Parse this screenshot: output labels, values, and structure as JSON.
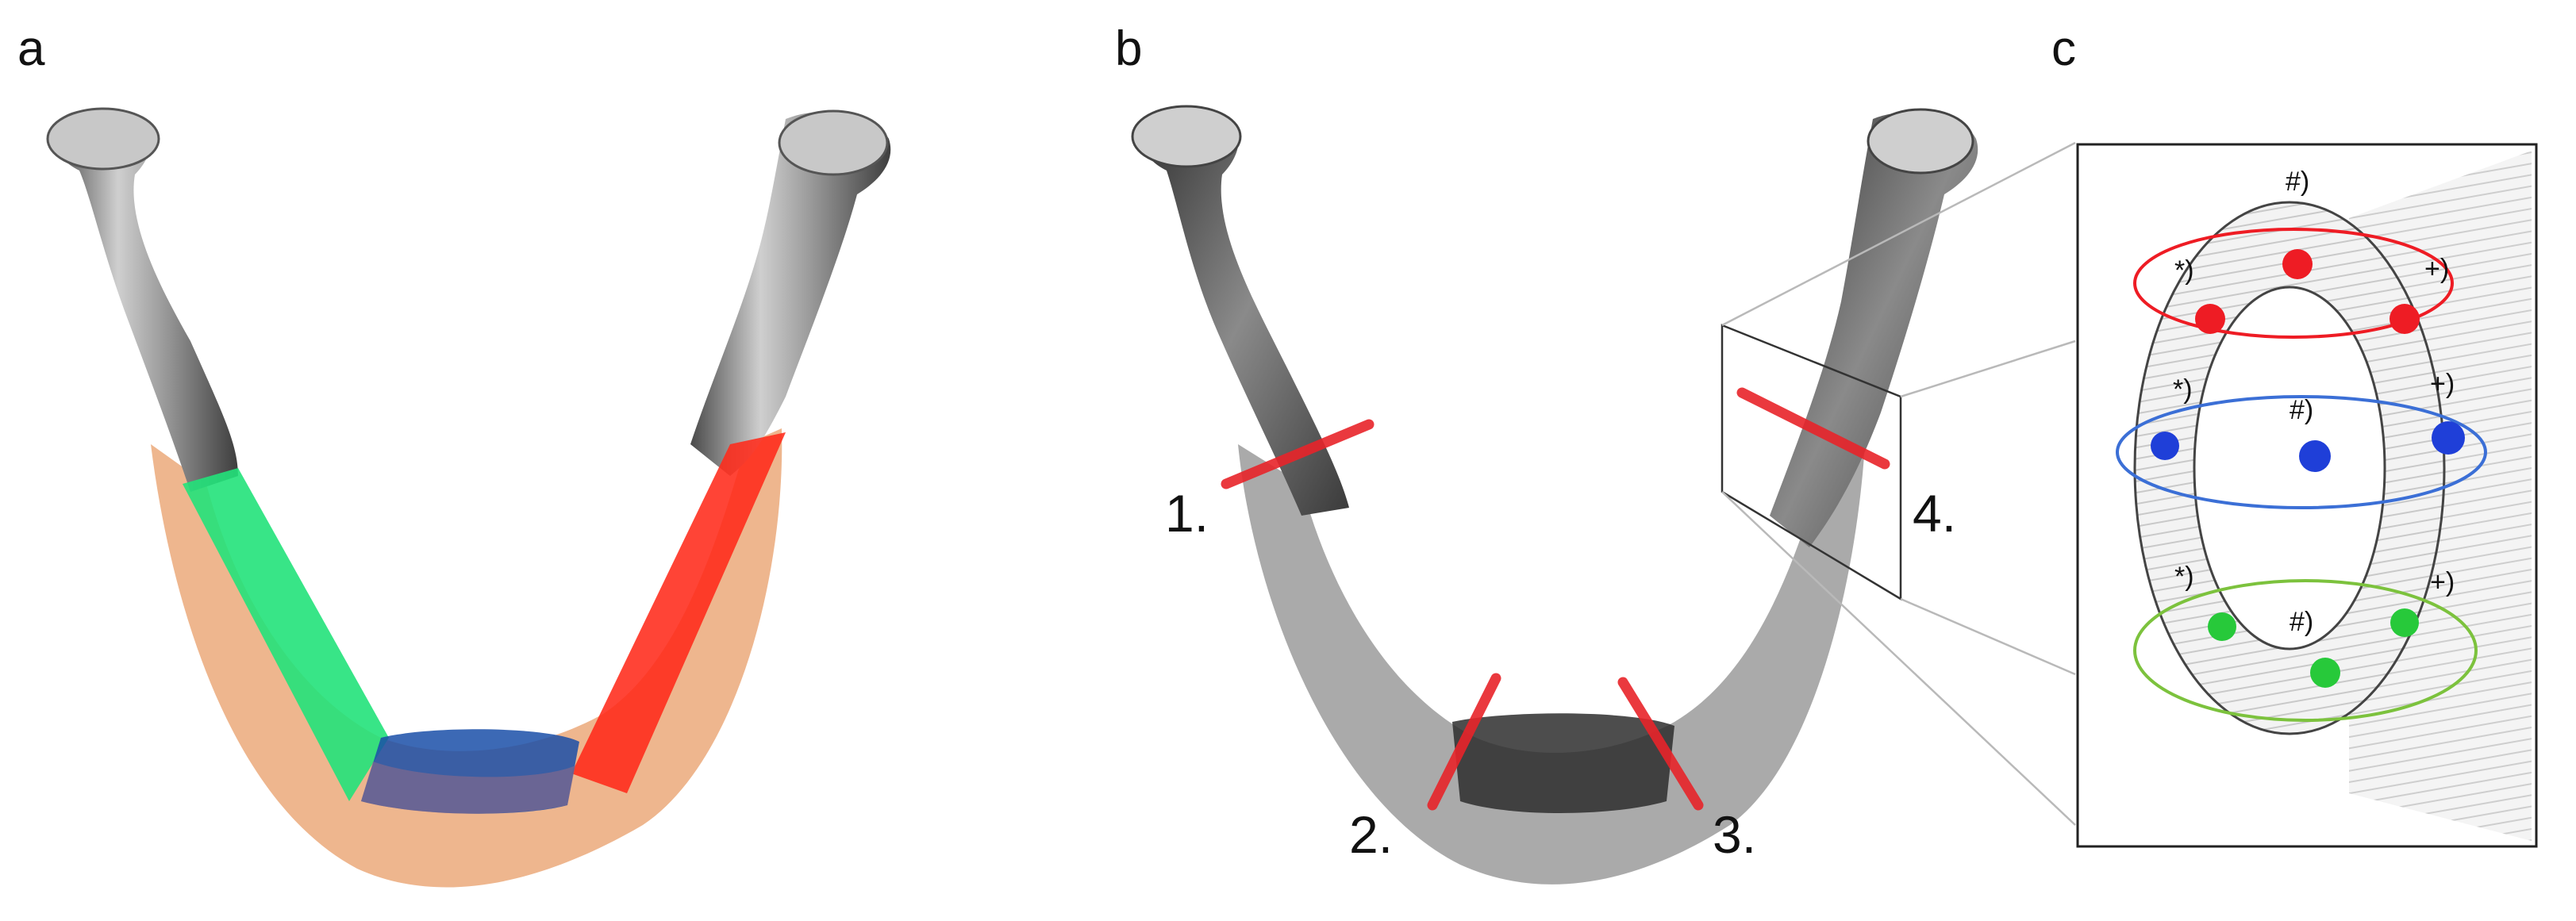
{
  "panels": [
    {
      "letter": "a"
    },
    {
      "letter": "b",
      "cuts": [
        "1.",
        "2.",
        "3.",
        "4."
      ]
    },
    {
      "letter": "c",
      "position_labels": {
        "hash": "#)",
        "plus": "+)",
        "star": "*)"
      }
    }
  ],
  "colors": {
    "bone": "#9c9c9c",
    "soft_tissue": "#e79a62",
    "segment_left": "#22e27a",
    "segment_right": "#ff2a1a",
    "segment_front": "#1a4fa8",
    "cut_line": "#e8242a",
    "section_red": "#ee1c24",
    "section_blue": "#1f3fd8",
    "section_green": "#27c93a"
  }
}
